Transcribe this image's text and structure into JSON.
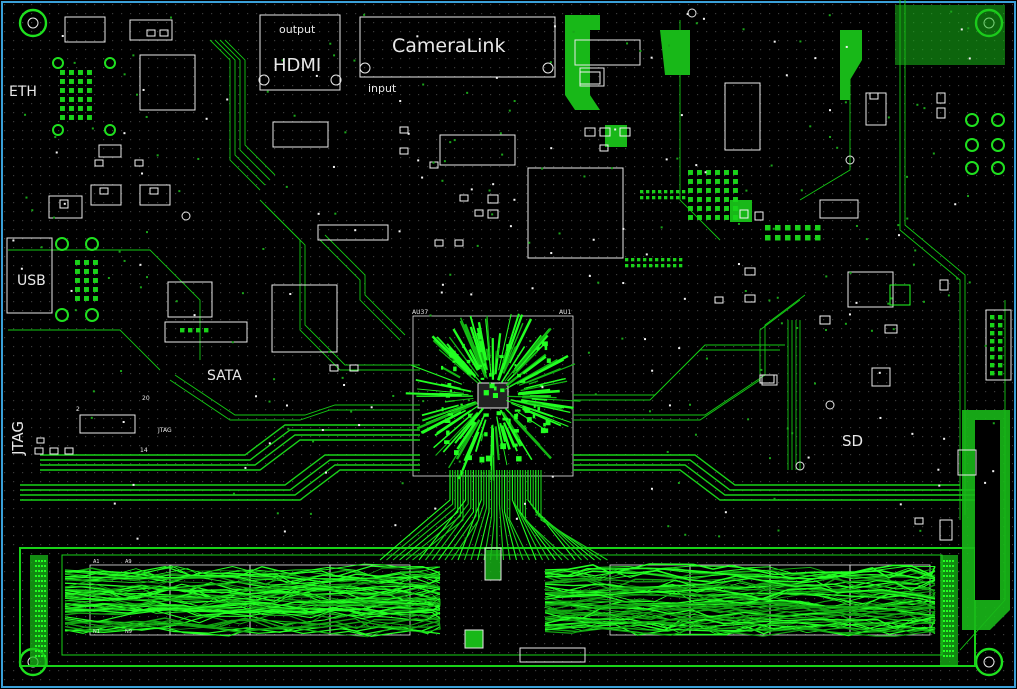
{
  "labels": {
    "eth": "ETH",
    "usb": "USB",
    "jtag": "JTAG",
    "jtag_small": "JTAG",
    "sata": "SATA",
    "sd": "SD",
    "hdmi": "HDMI",
    "hdmi_sub": "output",
    "cameralink": "CameraLink",
    "cameralink_sub": "input",
    "fpga_ref_left": "AU37",
    "fpga_ref_right": "AU1",
    "jtag_pin_2": "2",
    "jtag_pin_20": "20",
    "jtag_pin_14": "14",
    "ddr_a1": "A1",
    "ddr_a9": "A9",
    "ddr_n1": "N1",
    "ddr_n9": "N9"
  },
  "colors": {
    "background": "#000000",
    "copper": "#19d219",
    "copper_bright": "#22ff22",
    "silkscreen": "#e8e8e8",
    "board_edge": "#3aa0d8"
  }
}
